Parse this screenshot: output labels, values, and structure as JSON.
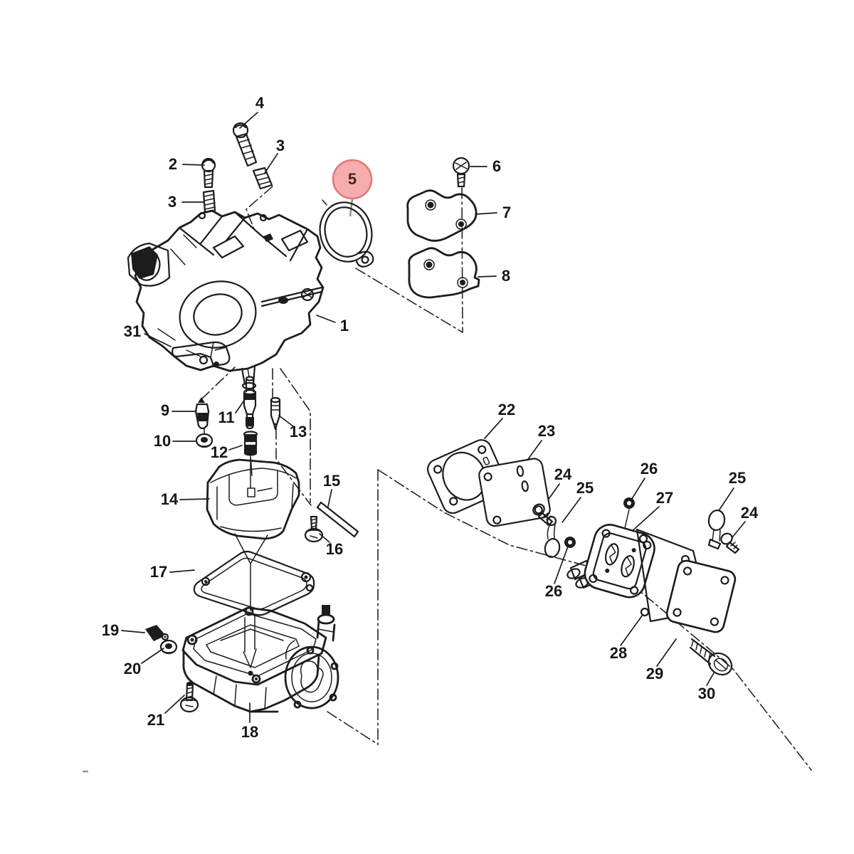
{
  "diagram": {
    "kind": "exploded-parts-diagram",
    "background": "#ffffff",
    "line_color": "#1c1c1c"
  },
  "highlight": {
    "selected_callout": "5",
    "circle_fill": "#f5a6a6",
    "circle_stroke": "#e07878",
    "leader_color": "#8f8f8f"
  },
  "callouts": [
    {
      "id": "4",
      "label": "4"
    },
    {
      "id": "3a",
      "label": "3"
    },
    {
      "id": "2",
      "label": "2"
    },
    {
      "id": "3b",
      "label": "3"
    },
    {
      "id": "5",
      "label": "5"
    },
    {
      "id": "6",
      "label": "6"
    },
    {
      "id": "7",
      "label": "7"
    },
    {
      "id": "8",
      "label": "8"
    },
    {
      "id": "1",
      "label": "1"
    },
    {
      "id": "31",
      "label": "31"
    },
    {
      "id": "9",
      "label": "9"
    },
    {
      "id": "11",
      "label": "11"
    },
    {
      "id": "13",
      "label": "13"
    },
    {
      "id": "10",
      "label": "10"
    },
    {
      "id": "12",
      "label": "12"
    },
    {
      "id": "14",
      "label": "14"
    },
    {
      "id": "15",
      "label": "15"
    },
    {
      "id": "16",
      "label": "16"
    },
    {
      "id": "17",
      "label": "17"
    },
    {
      "id": "19",
      "label": "19"
    },
    {
      "id": "20",
      "label": "20"
    },
    {
      "id": "21",
      "label": "21"
    },
    {
      "id": "18",
      "label": "18"
    },
    {
      "id": "22",
      "label": "22"
    },
    {
      "id": "23",
      "label": "23"
    },
    {
      "id": "24a",
      "label": "24"
    },
    {
      "id": "25a",
      "label": "25"
    },
    {
      "id": "26a",
      "label": "26"
    },
    {
      "id": "27",
      "label": "27"
    },
    {
      "id": "25b",
      "label": "25"
    },
    {
      "id": "24b",
      "label": "24"
    },
    {
      "id": "26b",
      "label": "26"
    },
    {
      "id": "28",
      "label": "28"
    },
    {
      "id": "29",
      "label": "29"
    },
    {
      "id": "30",
      "label": "30"
    }
  ]
}
